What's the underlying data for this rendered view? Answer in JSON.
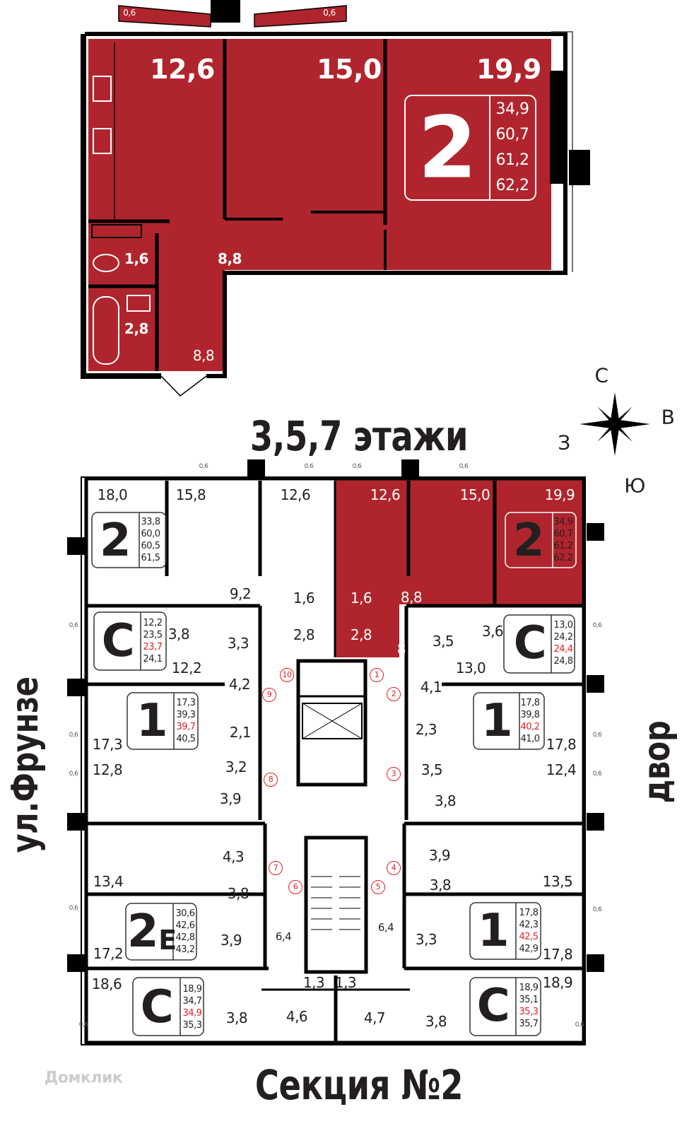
{
  "top_plan": {
    "rooms": [
      "12,6",
      "15,0",
      "19,9",
      "1,6",
      "8,8",
      "2,8",
      "8,8"
    ],
    "balconies": [
      "0,6",
      "0,6"
    ],
    "badge": {
      "rooms": "2",
      "areas": [
        "34,9",
        "60,7",
        "61,2",
        "62,2"
      ]
    },
    "fill_color": "#b0252d"
  },
  "floor_title": "3,5,7 этажи",
  "compass": {
    "north": "С",
    "east": "В",
    "west": "З",
    "south": "Ю"
  },
  "street_left": "ул.Фрунзе",
  "street_right": "двор",
  "section_title": "Секция №2",
  "watermark": "Домклик",
  "highlight_color": "#e31e24",
  "balconies": [
    "0,6",
    "0,6",
    "0,6",
    "0,6",
    "0,6",
    "0,6",
    "0,6",
    "0,6",
    "0,6",
    "0,6",
    "0,6",
    "0,6",
    "0,6",
    "0,6"
  ],
  "apartments": [
    {
      "type": "2",
      "areas": [
        "33,8",
        "60,0",
        "60,5",
        "61,5"
      ],
      "rooms": [
        "18,0",
        "15,8",
        "12,6",
        "9,2",
        "1,6",
        "2,8"
      ]
    },
    {
      "type": "2",
      "areas": [
        "34,9",
        "60,7",
        "61,2",
        "62,2"
      ],
      "rooms": [
        "12,6",
        "15,0",
        "19,9",
        "8,8",
        "1,6",
        "2,8",
        "8"
      ],
      "selected": true
    },
    {
      "type": "С",
      "areas": [
        "12,2",
        "23,5",
        "23,7",
        "24,1"
      ],
      "rooms": [
        "3,8",
        "3,3",
        "12,2",
        "4,2"
      ]
    },
    {
      "type": "С",
      "areas": [
        "13,0",
        "24,2",
        "24,4",
        "24,8"
      ],
      "rooms": [
        "3,6",
        "3,5",
        "13,0",
        "4,1"
      ]
    },
    {
      "type": "1",
      "areas": [
        "17,3",
        "39,3",
        "39,7",
        "40,5"
      ],
      "rooms": [
        "17,3",
        "2,1",
        "3,2",
        "12,8",
        "3,9"
      ]
    },
    {
      "type": "1",
      "areas": [
        "17,8",
        "39,8",
        "40,2",
        "41,0"
      ],
      "rooms": [
        "2,3",
        "17,8",
        "3,5",
        "12,4",
        "3,8"
      ]
    },
    {
      "type": "2",
      "type_suffix": "Е",
      "areas": [
        "30,6",
        "42,6",
        "42,8",
        "43,2"
      ],
      "rooms": [
        "4,3",
        "13,4",
        "3,8",
        "17,2",
        "3,9"
      ]
    },
    {
      "type": "1",
      "areas": [
        "17,8",
        "42,3",
        "42,5",
        "42,9"
      ],
      "rooms": [
        "3,9",
        "13,5",
        "3,8",
        "3,3",
        "17,8"
      ]
    },
    {
      "type": "С",
      "areas": [
        "18,9",
        "34,7",
        "34,9",
        "35,3"
      ],
      "rooms": [
        "18,6",
        "3,8",
        "4,6",
        "1,3"
      ]
    },
    {
      "type": "С",
      "areas": [
        "18,9",
        "35,1",
        "35,3",
        "35,7"
      ],
      "rooms": [
        "18,9",
        "3,8",
        "4,7",
        "1,3"
      ]
    }
  ],
  "halls": [
    "6,4",
    "6,4"
  ],
  "entries": [
    "1",
    "2",
    "3",
    "4",
    "5",
    "6",
    "7",
    "8",
    "9",
    "10"
  ]
}
